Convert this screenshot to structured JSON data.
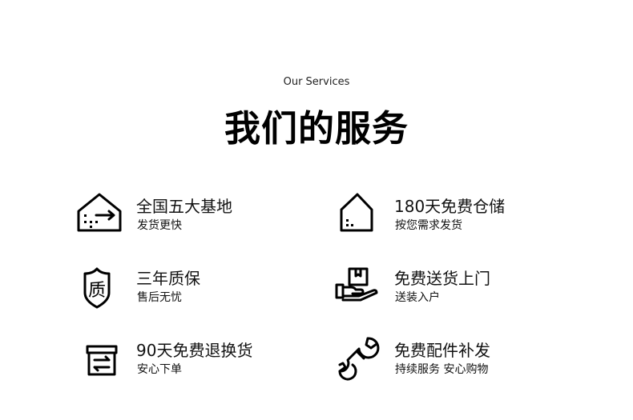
{
  "header": {
    "eyebrow": "Our Services",
    "title": "我们的服务"
  },
  "services": [
    {
      "title": "全国五大基地",
      "subtitle": "发货更快",
      "icon": "warehouse-house-icon"
    },
    {
      "title": "180天免费仓储",
      "subtitle": "按您需求发货",
      "icon": "storage-house-icon"
    },
    {
      "title": "三年质保",
      "subtitle": "售后无忧",
      "icon": "quality-shield-icon",
      "icon_text": "质"
    },
    {
      "title": "免费送货上门",
      "subtitle": "送装入户",
      "icon": "hand-package-icon"
    },
    {
      "title": "90天免费退换货",
      "subtitle": "安心下单",
      "icon": "exchange-box-icon"
    },
    {
      "title": "免费配件补发",
      "subtitle": "持续服务 安心购物",
      "icon": "wrench-icon"
    }
  ]
}
